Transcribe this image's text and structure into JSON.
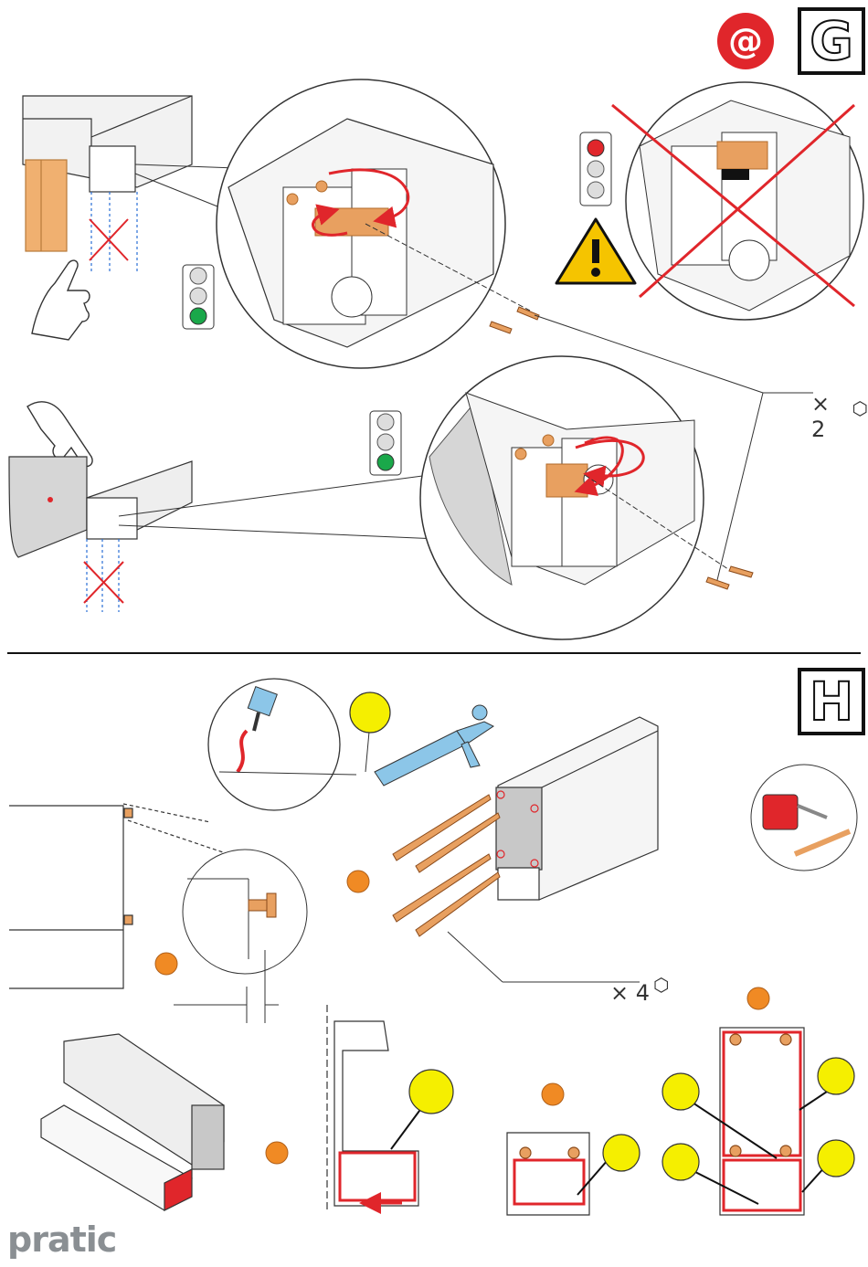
{
  "header": {
    "at_symbol": "@",
    "step_g_letter": "G",
    "step_h_letter": "H"
  },
  "section_g": {
    "quantity_label": "× 2",
    "traffic_light_ok_color": "#1aa84a",
    "traffic_light_stop_color": "#e0262b",
    "warning_color": "#f5c400",
    "accent_red": "#e0262b",
    "bracket_color": "#e8a060"
  },
  "section_h": {
    "quantity_label": "× 4",
    "marker_orange": "#f08a24",
    "marker_yellow": "#f5ef00",
    "seal_color": "#e0262b",
    "cartridge_color": "#8cc6e8"
  },
  "footer": {
    "brand": "pratic"
  },
  "icons": [
    "hand-pointer-icon",
    "traffic-light-icon",
    "warning-triangle-icon",
    "hex-nut-icon",
    "screw-icon",
    "sealant-gun-icon",
    "glue-bottle-icon"
  ]
}
